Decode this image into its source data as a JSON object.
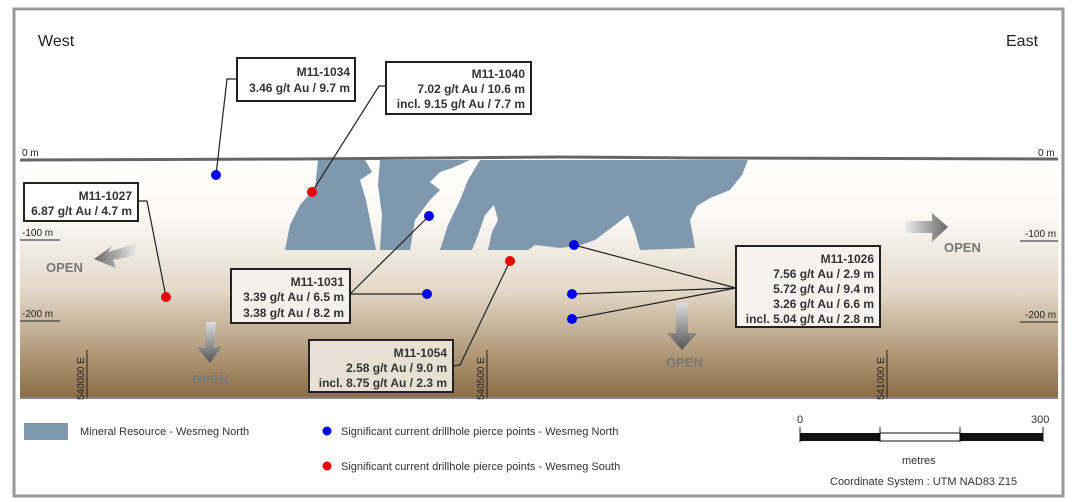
{
  "directions": {
    "west": "West",
    "east": "East"
  },
  "depth_labels": {
    "zero": "0 m",
    "minus100": "-100 m",
    "minus200": "-200 m"
  },
  "eastings": [
    "540000 E",
    "540500 E",
    "541000 E"
  ],
  "open_label": "OPEN",
  "drillholes": [
    {
      "id": "M11-1034",
      "lines": [
        "3.46 g/t Au / 9.7 m"
      ],
      "zone": "Wesmeg North"
    },
    {
      "id": "M11-1040",
      "lines": [
        "7.02 g/t Au / 10.6 m",
        "incl. 9.15 g/t Au / 7.7 m"
      ],
      "zone": "Wesmeg South"
    },
    {
      "id": "M11-1027",
      "lines": [
        "6.87 g/t Au / 4.7 m"
      ],
      "zone": "Wesmeg South"
    },
    {
      "id": "M11-1031",
      "lines": [
        "3.39 g/t Au / 6.5 m",
        "3.38 g/t Au / 8.2 m"
      ],
      "zone": "Wesmeg North"
    },
    {
      "id": "M11-1054",
      "lines": [
        "2.58 g/t Au / 9.0 m",
        "incl. 8.75 g/t Au / 2.3 m"
      ],
      "zone": "Wesmeg South"
    },
    {
      "id": "M11-1026",
      "lines": [
        "7.56 g/t Au / 2.9 m",
        "5.72 g/t Au / 9.4 m",
        "3.26 g/t Au / 6.6 m",
        "incl. 5.04 g/t Au / 2.8 m"
      ],
      "zone": "Wesmeg North"
    }
  ],
  "legend": {
    "resource": "Mineral Resource - Wesmeg North",
    "north": "Significant current drillhole pierce points - Wesmeg North",
    "south": "Significant current drillhole pierce points - Wesmeg South"
  },
  "scale": {
    "min": "0",
    "max": "300",
    "unit": "metres"
  },
  "coordinate_system": "Coordinate System : UTM NAD83 Z15",
  "colors": {
    "resource": "#7f98ad",
    "north": "#0000ee",
    "south": "#ee0000",
    "ground": "#8b6b47"
  }
}
